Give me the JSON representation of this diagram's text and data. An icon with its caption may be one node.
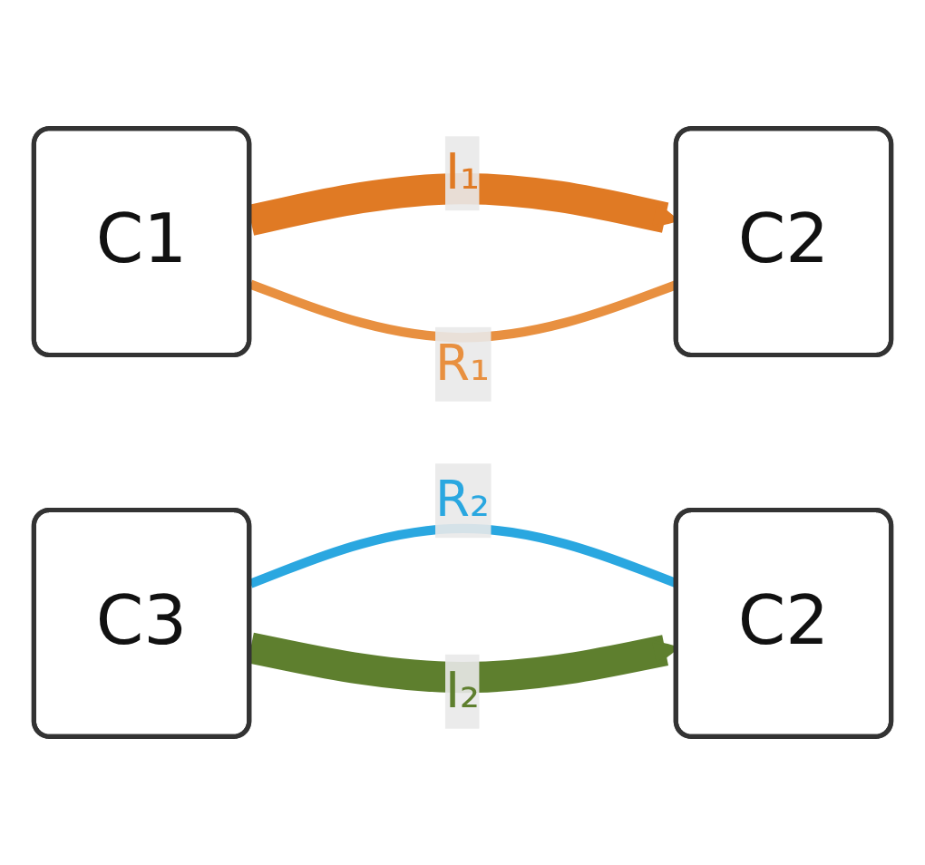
{
  "diagram": {
    "nodes": [
      {
        "text": [
          "C1"
        ]
      },
      {
        "text": [
          "C2"
        ]
      },
      {
        "text": [
          "C3"
        ]
      },
      {
        "text": [
          "C2"
        ]
      }
    ],
    "edges": [
      {
        "from": 0,
        "to": 1,
        "arrow": "to",
        "label": "I₁",
        "style": "thick",
        "color": "#e07a24"
      },
      {
        "from": 0,
        "to": 1,
        "arrow": "none",
        "label": "R₁",
        "color": "#e89040"
      },
      {
        "from": 2,
        "to": 3,
        "arrow": "none",
        "label": "R₂",
        "color": "#2aa7e0"
      },
      {
        "from": 2,
        "to": 3,
        "arrow": "to",
        "label": "I₂",
        "style": "thick",
        "color": "#5e7f2e"
      }
    ]
  }
}
